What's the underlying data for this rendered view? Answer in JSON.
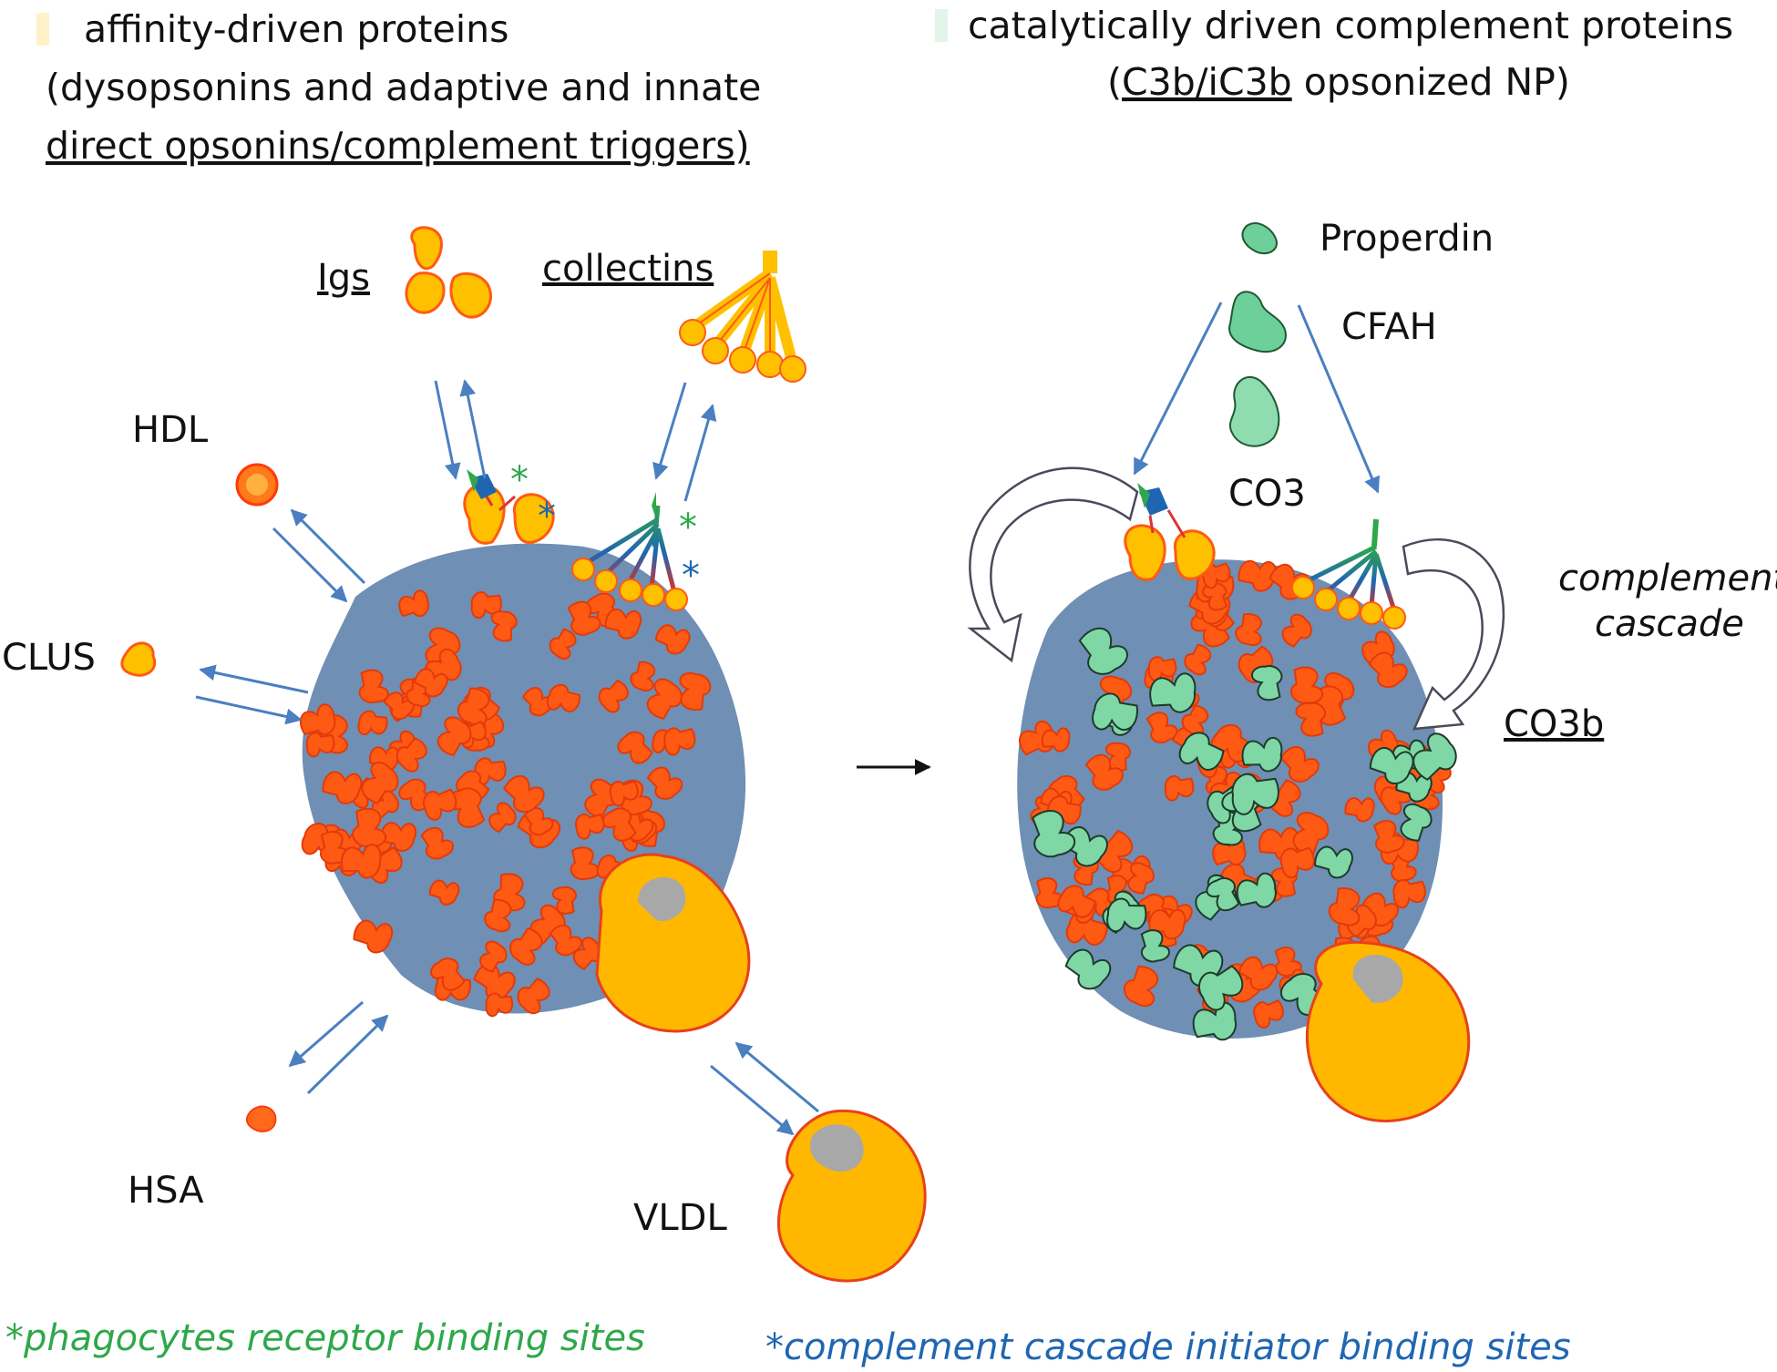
{
  "left_header": {
    "line1": "affinity-driven proteins",
    "line2": "(dysopsonins and  adaptive and innate",
    "line3": "direct opsonins/complement triggers)"
  },
  "right_header": {
    "line1": "catalytically driven complement proteins",
    "line2_open": "(",
    "line2_underlined": "C3b/iC3b",
    "line2_rest": " opsonized NP)"
  },
  "labels": {
    "igs": "Igs",
    "collectins": "collectins",
    "hdl": "HDL",
    "clus": "CLUS",
    "hsa": "HSA",
    "vldl": "VLDL",
    "properdin": "Properdin",
    "cfah": "CFAH",
    "co3": "CO3",
    "co3b": "CO3b",
    "complement_cascade_1": "complement",
    "complement_cascade_2": "cascade",
    "asterisk": "*"
  },
  "footer": {
    "green_legend": "*phagocytes  receptor  binding sites",
    "blue_legend": "*complement cascade initiator binding sites"
  },
  "colors": {
    "green": "#2ea84a",
    "blue": "#1f66b2",
    "arrow": "#4a7fc1",
    "nanoparticle": "#6f8fb4",
    "protein_orange": "#ff5a14",
    "protein_yellow": "#ffc000",
    "complement_green": "#5cc48a"
  }
}
